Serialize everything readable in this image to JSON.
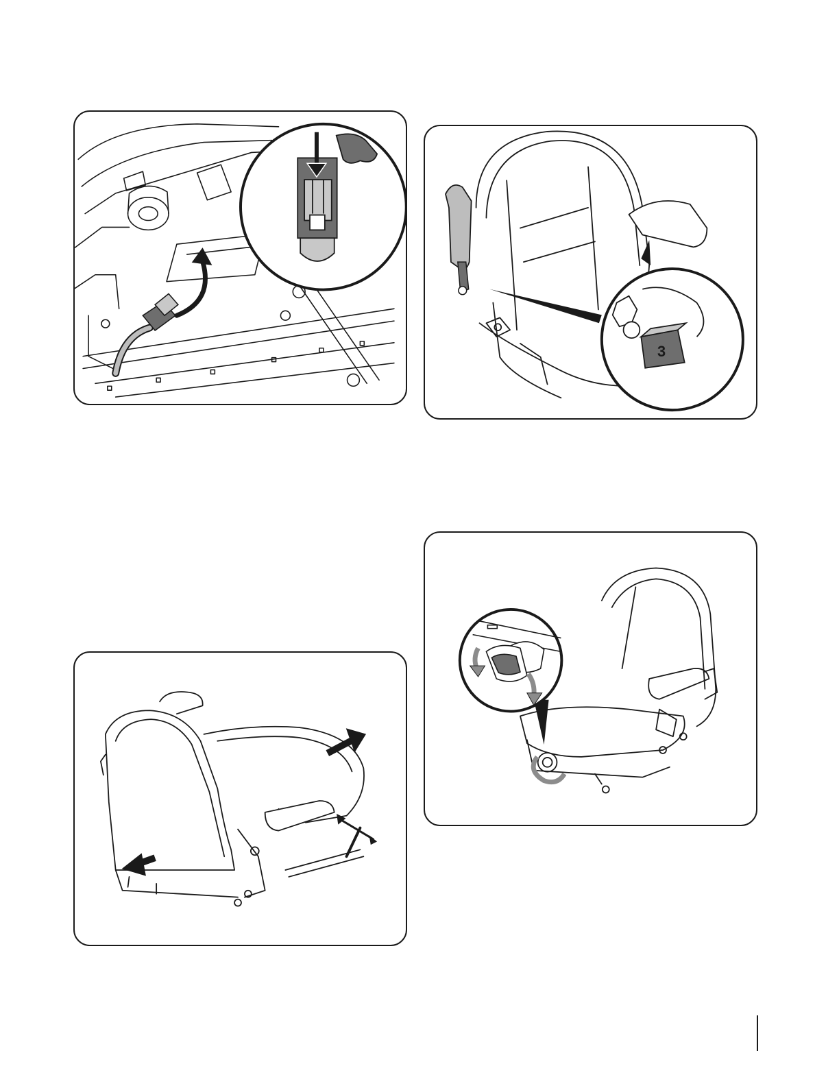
{
  "figures": [
    {
      "id": "fig-1",
      "icon": "seat-switch-connector-icon"
    },
    {
      "id": "fig-2",
      "icon": "seat-back-adjust-icon",
      "callout_label": "3"
    },
    {
      "id": "fig-3",
      "icon": "seat-slide-adjust-icon"
    },
    {
      "id": "fig-4",
      "icon": "seat-suspension-knob-icon"
    }
  ],
  "colors": {
    "line": "#1a1a1a",
    "fill_gray": "#c8c8c8",
    "fill_dark_gray": "#6e6e6e",
    "background": "#ffffff"
  }
}
